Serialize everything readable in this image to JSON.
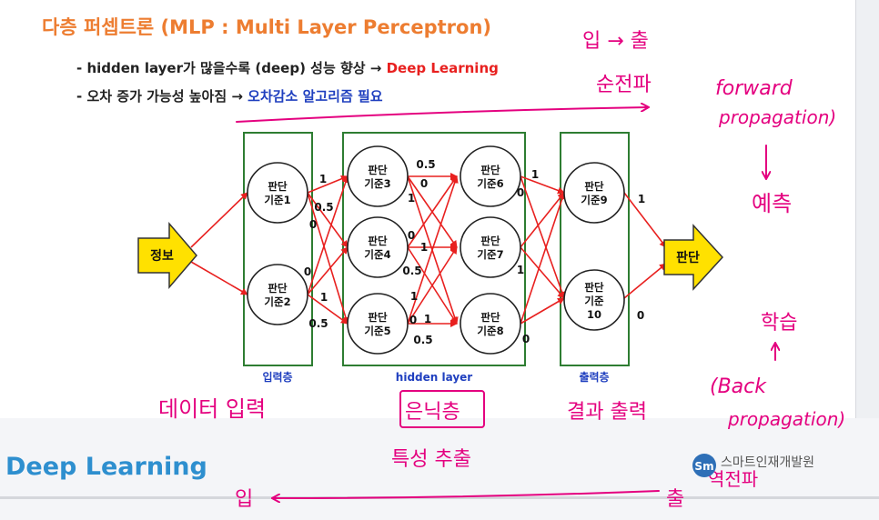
{
  "slide": {
    "title": "다층 퍼셉트론 (MLP : Multi Layer Perceptron)",
    "bullets": [
      {
        "prefix": "- hidden layer가 많을수록 (deep) 성능 향상 → ",
        "highlight": "Deep Learning",
        "color": "#e8201f"
      },
      {
        "prefix": "- 오차 증가 가능성 높아짐 → ",
        "highlight": "오차감소 알고리즘 필요",
        "color": "#1f3fbf"
      }
    ],
    "footer_title": "Deep Learning",
    "logo_text": "스마트인재개발원"
  },
  "diagram": {
    "input_arrow": "정보",
    "output_arrow": "판단",
    "layer_labels": {
      "input": "입력층",
      "hidden": "hidden layer",
      "output": "출력층"
    },
    "nodes": {
      "n1": [
        "판단",
        "기준1"
      ],
      "n2": [
        "판단",
        "기준2"
      ],
      "n3": [
        "판단",
        "기준3"
      ],
      "n4": [
        "판단",
        "기준4"
      ],
      "n5": [
        "판단",
        "기준5"
      ],
      "n6": [
        "판단",
        "기준6"
      ],
      "n7": [
        "판단",
        "기준7"
      ],
      "n8": [
        "판단",
        "기준8"
      ],
      "n9": [
        "판단",
        "기준9"
      ],
      "n10": [
        "판단",
        "기준",
        "10"
      ]
    },
    "weights": [
      "1",
      "0.5",
      "0",
      "0",
      "1",
      "0.5",
      "0.5",
      "0",
      "1",
      "0",
      "1",
      "0.5",
      "1",
      "0.5",
      "1",
      "0",
      "0",
      "1",
      "1",
      "0",
      "1",
      "0"
    ]
  },
  "handwriting": {
    "in_out": "입 → 출",
    "forward_kr": "순전파",
    "forward_en_1": "forward",
    "forward_en_2": "propagation)",
    "predict": "예측",
    "learn": "학습",
    "back_1": "(Back",
    "back_2": "propagation)",
    "data_input": "데이터 입력",
    "hidden_kr": "은닉층",
    "result_out": "결과 출력",
    "feature": "특성 추출",
    "left_in": "입",
    "right_out": "출",
    "reverse": "역전파"
  },
  "colors": {
    "title": "#ed7d31",
    "box": "#2e7d32",
    "edge": "#e8201f",
    "arrow_fill": "#ffe100",
    "ink": "#e4007f",
    "label_blue": "#1f3fbf"
  }
}
